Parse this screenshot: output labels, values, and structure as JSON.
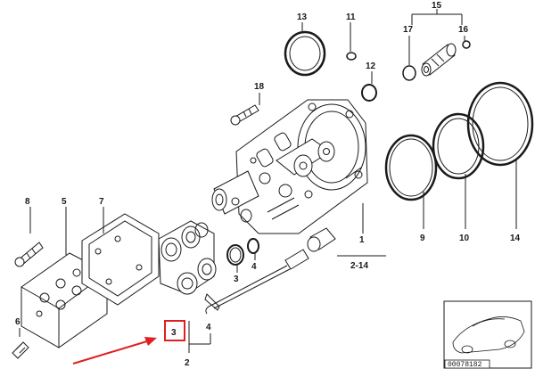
{
  "callouts": {
    "n1": "1",
    "n2": "2",
    "n3": "3",
    "n4": "4",
    "n4b": "4",
    "n5": "5",
    "n6": "6",
    "n7": "7",
    "n8": "8",
    "n9": "9",
    "n10": "10",
    "n11": "11",
    "n12": "12",
    "n13": "13",
    "n14": "14",
    "n15": "15",
    "n16": "16",
    "n17": "17",
    "n18": "18",
    "n214": "2-14",
    "n3b": "3"
  },
  "diagram_id": "00078182",
  "colors": {
    "line": "#1a1a1a",
    "highlight": "#e02020",
    "arrow": "#e02020"
  },
  "icons": {
    "pointer": "red-arrow-icon",
    "car": "car-thumbnail-icon"
  }
}
